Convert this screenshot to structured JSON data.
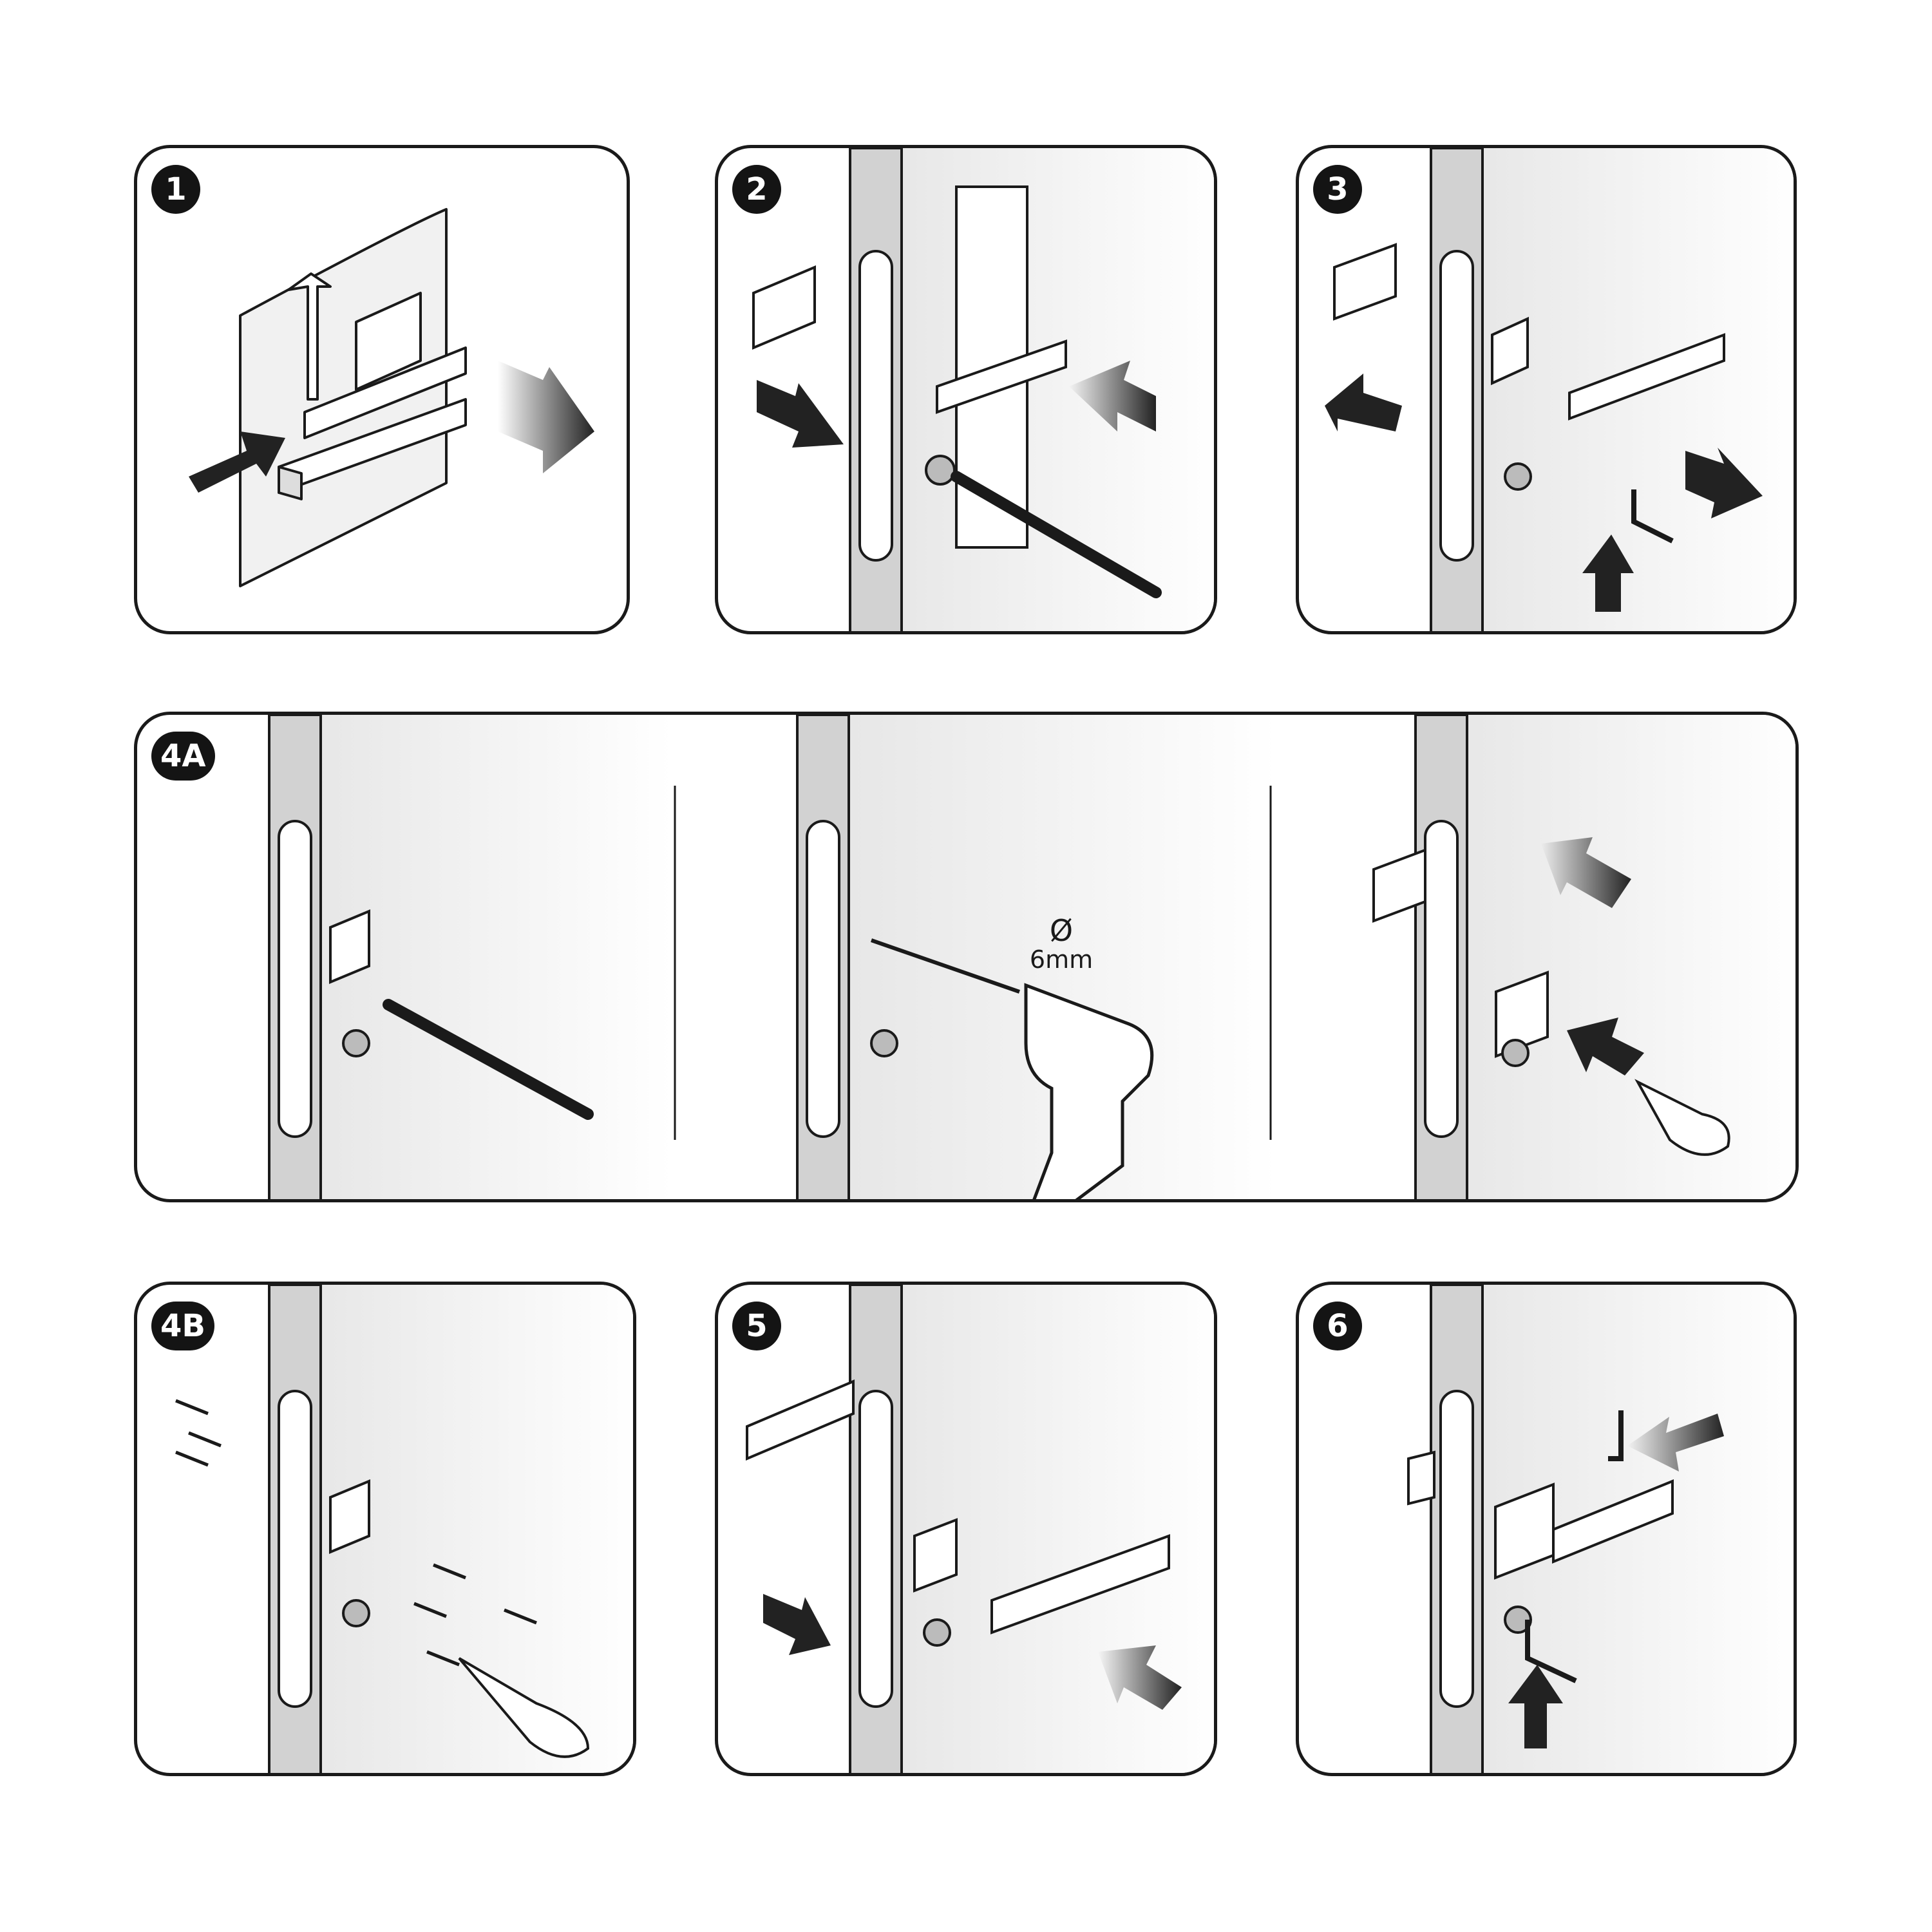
{
  "steps": {
    "s1": {
      "badge": "1"
    },
    "s2": {
      "badge": "2"
    },
    "s3": {
      "badge": "3"
    },
    "s4a": {
      "badge": "4A"
    },
    "s4b": {
      "badge": "4B"
    },
    "s5": {
      "badge": "5"
    },
    "s6": {
      "badge": "6"
    }
  },
  "drill": {
    "diameter_symbol": "Ø",
    "size": "6mm"
  },
  "colors": {
    "line": "#1a1a1a",
    "door_edge": "#d2d2d2",
    "door_face": "#ececec",
    "arrow": "#222222"
  }
}
